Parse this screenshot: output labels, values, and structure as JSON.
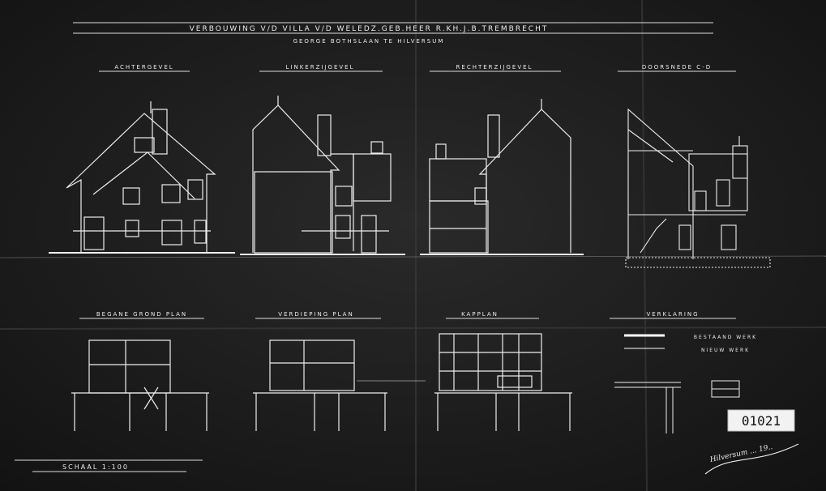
{
  "title": {
    "line1": "VERBOUWING V/D VILLA V/D WELEDZ.GEB.HEER R.KH.J.B.TREMBRECHT",
    "line2": "GEORGE BOTHSLAAN TE HILVERSUM"
  },
  "views": {
    "rear": "ACHTERGEVEL",
    "left": "LINKERZIJGEVEL",
    "right": "RECHTERZIJGEVEL",
    "section": "DOORSNEDE C-D",
    "ground_floor": "BEGANE GROND PLAN",
    "upper_floor": "VERDIEPING PLAN",
    "roof": "KAPPLAN"
  },
  "legend": {
    "title": "VERKLARING",
    "existing": "BESTAAND WERK",
    "new": "NIEUW WERK"
  },
  "scale": "SCHAAL 1:100",
  "stamp_number": "01021",
  "signature": "Hilversum ... 19..",
  "colors": {
    "paper": "#1b1b1b",
    "ink": "#ececec",
    "stamp": "#f2f2f2"
  }
}
